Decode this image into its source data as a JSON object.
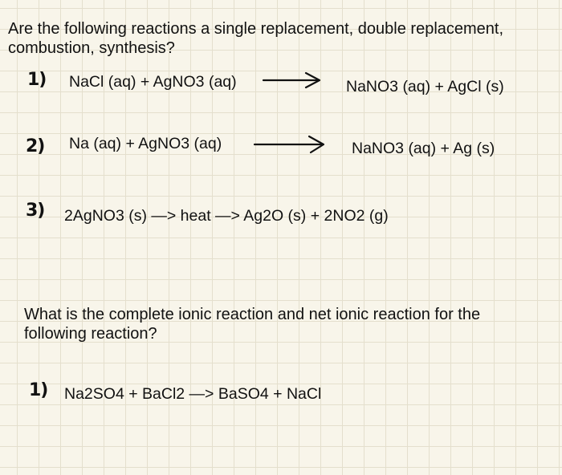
{
  "section1": {
    "question_line1": "Are the following reactions a single replacement, double replacement,",
    "question_line2": "combustion, synthesis?",
    "reactions": [
      {
        "number": "1)",
        "reactants": "NaCl (aq) + AgNO3 (aq)",
        "products": "NaNO3 (aq) + AgCl (s)"
      },
      {
        "number": "2)",
        "reactants": "Na (aq) + AgNO3 (aq)",
        "products": "NaNO3 (aq) + Ag (s)"
      },
      {
        "number": "3)",
        "equation": "2AgNO3 (s) —> heat —> Ag2O (s) + 2NO2 (g)"
      }
    ]
  },
  "section2": {
    "question_line1": "What is the complete ionic reaction and net ionic reaction for the",
    "question_line2": "following reaction?",
    "reactions": [
      {
        "number": "1)",
        "equation": "Na2SO4 + BaCl2 —> BaSO4 + NaCl"
      }
    ]
  }
}
